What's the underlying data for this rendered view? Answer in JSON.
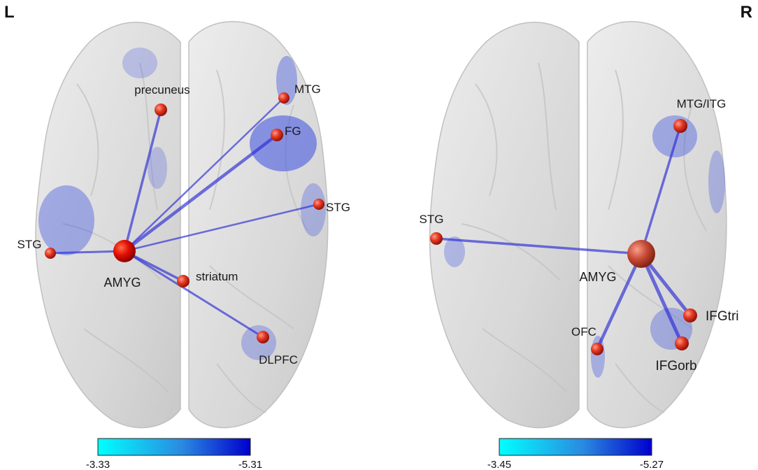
{
  "corners": {
    "left": "L",
    "right": "R"
  },
  "panels": [
    {
      "id": "left",
      "hub": {
        "label": "AMYG"
      },
      "nodes": [
        {
          "key": "precuneus",
          "label": "precuneus"
        },
        {
          "key": "mtg",
          "label": "MTG"
        },
        {
          "key": "fg",
          "label": "FG"
        },
        {
          "key": "stg_r",
          "label": "STG"
        },
        {
          "key": "stg_l",
          "label": "STG"
        },
        {
          "key": "striatum",
          "label": "striatum"
        },
        {
          "key": "dlpfc",
          "label": "DLPFC"
        }
      ],
      "colorbar": {
        "min_label": "-3.33",
        "max_label": "-5.31",
        "low_color": "#00ffff",
        "high_color": "#0000cc"
      }
    },
    {
      "id": "right",
      "hub": {
        "label": "AMYG"
      },
      "nodes": [
        {
          "key": "stg",
          "label": "STG"
        },
        {
          "key": "mtg_itg",
          "label": "MTG/ITG"
        },
        {
          "key": "ifgtri",
          "label": "IFGtri"
        },
        {
          "key": "ifgorb",
          "label": "IFGorb"
        },
        {
          "key": "ofc",
          "label": "OFC"
        }
      ],
      "colorbar": {
        "min_label": "-3.45",
        "max_label": "-5.27",
        "low_color": "#00ffff",
        "high_color": "#0000cc"
      }
    }
  ],
  "colors": {
    "node": "#e02a1a",
    "edge": "#2a2ad6",
    "brain_fill": "#dcdcdc",
    "activation": "#3d4fe0"
  }
}
